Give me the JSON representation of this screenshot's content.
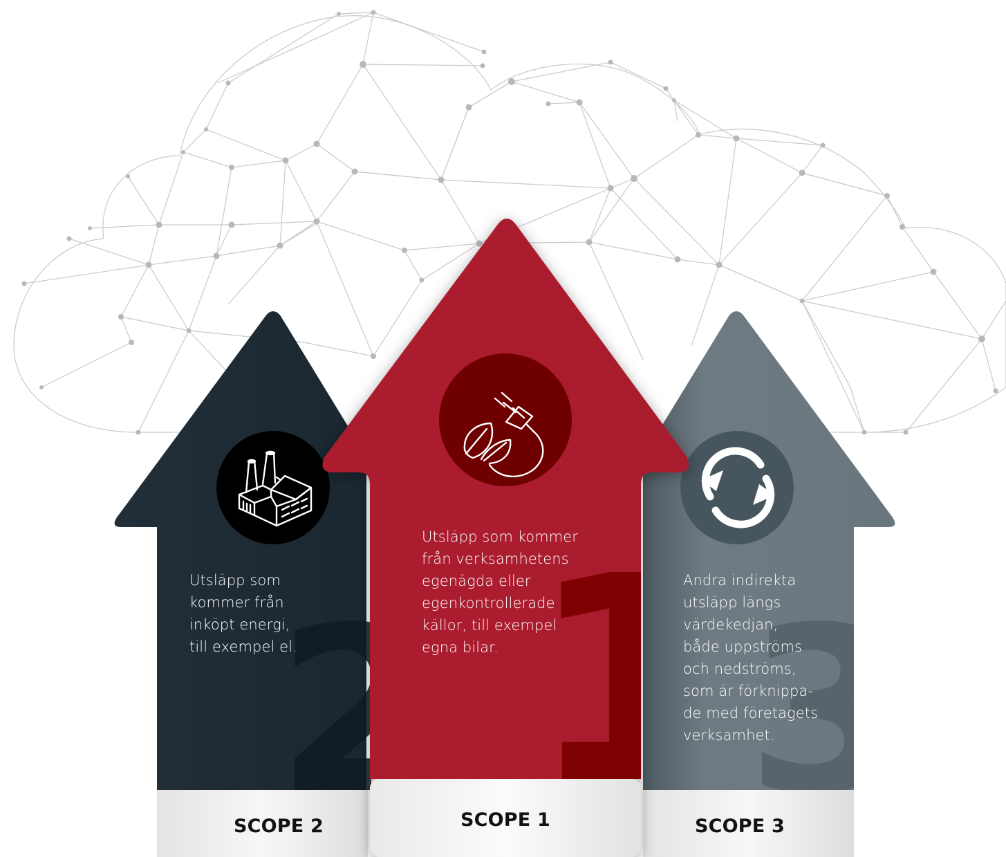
{
  "scopes": {
    "scope2": {
      "label": "SCOPE 2",
      "description": "Utsläpp som\nkommer från\ninköpt energi,\ntill exempel el.",
      "icon": "factory-icon",
      "big_number": "2",
      "color": "#212f3a"
    },
    "scope1": {
      "label": "SCOPE 1",
      "description": "Utsläpp som kommer\nfrån verksamhetens\negenägda eller\negenkontrollerade\nkällor, till exempel\negna bilar.",
      "icon": "plug-leaf-icon",
      "big_number": "1",
      "color": "#ab1f2f"
    },
    "scope3": {
      "label": "SCOPE 3",
      "description": "Andra indirekta\nutsläpp längs\nvärdekedjan,\nbåde uppströms\noch nedströms,\nsom är förknippa-\nde med företagets\nverksamhet.",
      "icon": "refresh-arrows-icon",
      "big_number": "3",
      "color": "#6b7880"
    }
  },
  "background": {
    "icon": "network-cloud-icon",
    "color": "#c8c8c8"
  }
}
